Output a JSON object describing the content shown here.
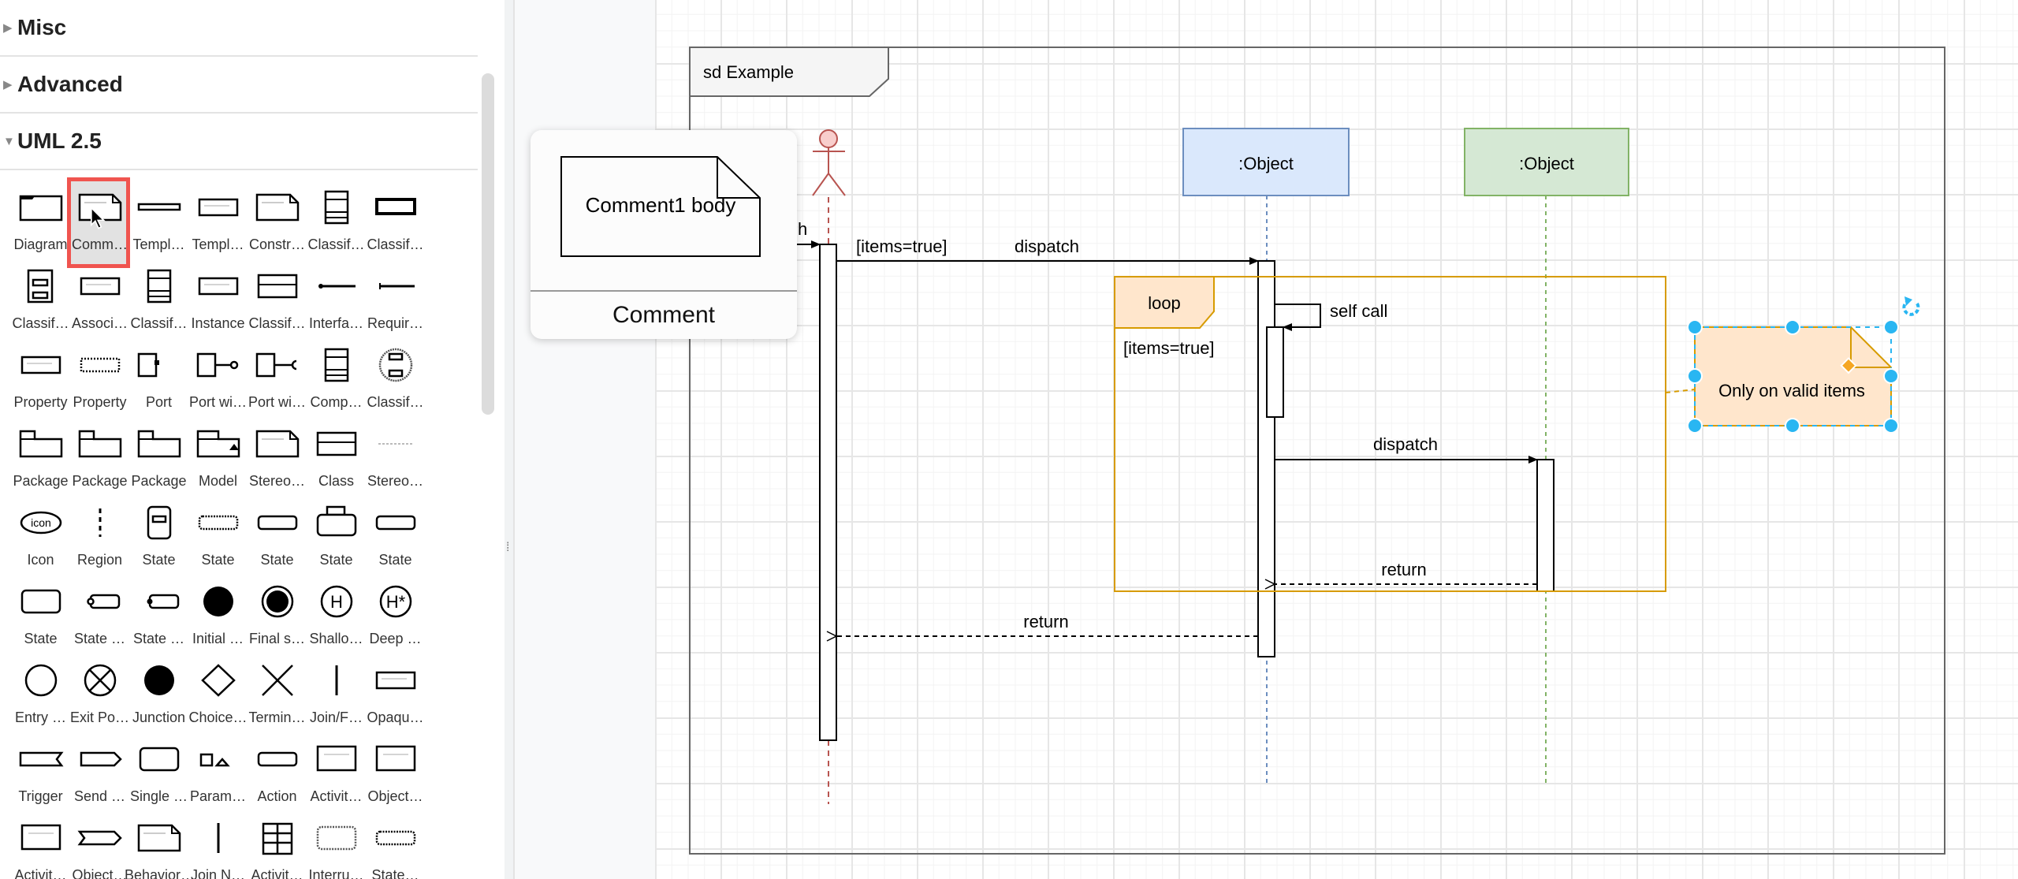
{
  "sidebar": {
    "sections": [
      {
        "label": "Misc",
        "state": "collapsed"
      },
      {
        "label": "Advanced",
        "state": "collapsed"
      },
      {
        "label": "UML 2.5",
        "state": "expanded"
      }
    ],
    "selected_shape": "Comm…",
    "shapes": [
      {
        "label": "Diagram",
        "icon": "frame"
      },
      {
        "label": "Comm…",
        "icon": "note"
      },
      {
        "label": "Templ…",
        "icon": "thinbar"
      },
      {
        "label": "Templ…",
        "icon": "rect"
      },
      {
        "label": "Constr…",
        "icon": "note"
      },
      {
        "label": "Classif…",
        "icon": "tall"
      },
      {
        "label": "Classif…",
        "icon": "boldrect"
      },
      {
        "label": "Classif…",
        "icon": "tallstruct"
      },
      {
        "label": "Associ…",
        "icon": "rect"
      },
      {
        "label": "Classif…",
        "icon": "tall"
      },
      {
        "label": "Instance",
        "icon": "rect"
      },
      {
        "label": "Classif…",
        "icon": "rect2"
      },
      {
        "label": "Interfa…",
        "icon": "lollipop"
      },
      {
        "label": "Requir…",
        "icon": "line"
      },
      {
        "label": "Property",
        "icon": "rect"
      },
      {
        "label": "Property",
        "icon": "dashrect"
      },
      {
        "label": "Port",
        "icon": "port"
      },
      {
        "label": "Port wi…",
        "icon": "portlolli"
      },
      {
        "label": "Port wi…",
        "icon": "portsocket"
      },
      {
        "label": "Comp…",
        "icon": "tall"
      },
      {
        "label": "Classif…",
        "icon": "circledash"
      },
      {
        "label": "Package",
        "icon": "folder"
      },
      {
        "label": "Package",
        "icon": "folder"
      },
      {
        "label": "Package",
        "icon": "folder"
      },
      {
        "label": "Model",
        "icon": "model"
      },
      {
        "label": "Stereo…",
        "icon": "note"
      },
      {
        "label": "Class",
        "icon": "rect2"
      },
      {
        "label": "Stereo…",
        "icon": "stereotext"
      },
      {
        "label": "Icon",
        "icon": "ellipse"
      },
      {
        "label": "Region",
        "icon": "region"
      },
      {
        "label": "State",
        "icon": "roundtall"
      },
      {
        "label": "State",
        "icon": "rounddash"
      },
      {
        "label": "State",
        "icon": "round"
      },
      {
        "label": "State",
        "icon": "roundtab"
      },
      {
        "label": "State",
        "icon": "round"
      },
      {
        "label": "State",
        "icon": "roundbig"
      },
      {
        "label": "State …",
        "icon": "roundentry"
      },
      {
        "label": "State …",
        "icon": "roundexit"
      },
      {
        "label": "Initial …",
        "icon": "filled"
      },
      {
        "label": "Final s…",
        "icon": "final"
      },
      {
        "label": "Shallo…",
        "icon": "history"
      },
      {
        "label": "Deep …",
        "icon": "deephistory"
      },
      {
        "label": "Entry …",
        "icon": "circle"
      },
      {
        "label": "Exit Po…",
        "icon": "circlex"
      },
      {
        "label": "Junction",
        "icon": "filled"
      },
      {
        "label": "Choice…",
        "icon": "diamond"
      },
      {
        "label": "Termin…",
        "icon": "x"
      },
      {
        "label": "Join/F…",
        "icon": "vline"
      },
      {
        "label": "Opaqu…",
        "icon": "rect"
      },
      {
        "label": "Trigger",
        "icon": "trigger"
      },
      {
        "label": "Send …",
        "icon": "send"
      },
      {
        "label": "Single …",
        "icon": "roundbig"
      },
      {
        "label": "Param…",
        "icon": "param"
      },
      {
        "label": "Action",
        "icon": "round"
      },
      {
        "label": "Activit…",
        "icon": "rectbig"
      },
      {
        "label": "Object…",
        "icon": "rectbig"
      },
      {
        "label": "Activit…",
        "icon": "rectbig"
      },
      {
        "label": "Object…",
        "icon": "objarrow"
      },
      {
        "label": "Behavior…",
        "icon": "note"
      },
      {
        "label": "Join N…",
        "icon": "vline"
      },
      {
        "label": "Activit…",
        "icon": "grid"
      },
      {
        "label": "Interru…",
        "icon": "rounddashbig"
      },
      {
        "label": "State…",
        "icon": "rounddash"
      }
    ]
  },
  "popup": {
    "preview_text": "Comment1 body",
    "label": "Comment"
  },
  "diagram": {
    "frame_title": "sd Example",
    "object1": ":Object",
    "object2": ":Object",
    "partial_label": "h",
    "msg1_guard": "[items=true]",
    "msg1_label": "dispatch",
    "loop_label": "loop",
    "loop_guard": "[items=true]",
    "self_call": "self call",
    "msg2_label": "dispatch",
    "return1": "return",
    "return2": "return",
    "note_text": "Only on valid items"
  },
  "colors": {
    "object1_fill": "#dae8fc",
    "object1_stroke": "#6c8ebf",
    "object2_fill": "#d5e8d4",
    "object2_stroke": "#82b366",
    "actor": "#b85450",
    "loop": "#d79b00",
    "note_fill": "#ffe6cc",
    "selection": "#29b6f2",
    "selected_tile_border": "#f0544f"
  }
}
